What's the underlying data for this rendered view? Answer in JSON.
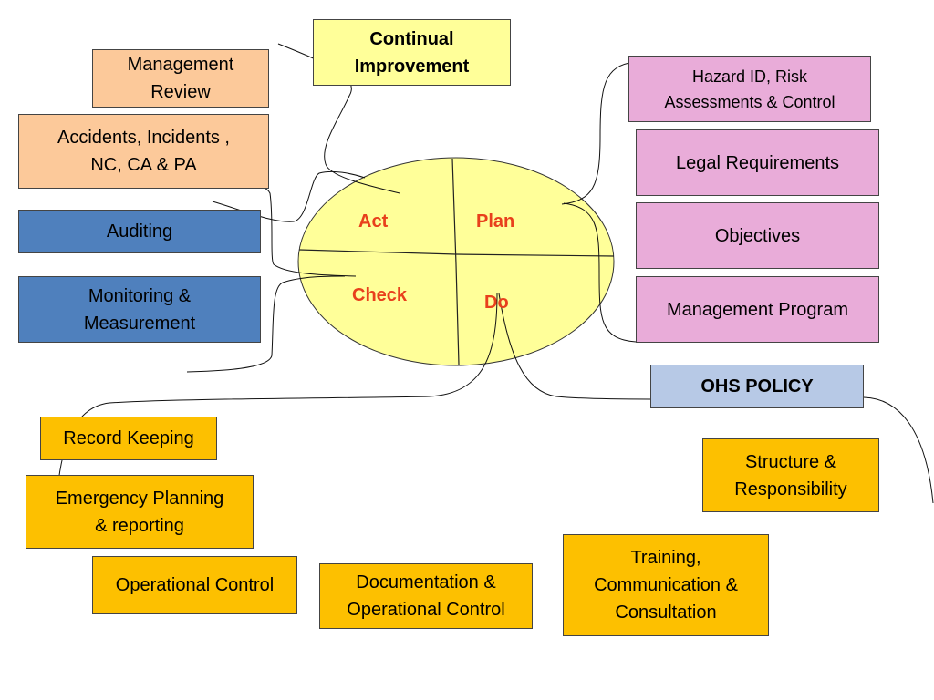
{
  "colors": {
    "yellow": "#ffff99",
    "peach": "#fcc99a",
    "blue": "#4f80bd",
    "pink": "#e9acd9",
    "orange": "#fdc000",
    "policy": "#b7c9e6",
    "quadrant_text": "#e8401c"
  },
  "top": {
    "continual_improvement": "Continual\nImprovement"
  },
  "left": {
    "management_review": "Management\nReview",
    "accidents": "Accidents, Incidents ,\nNC, CA & PA",
    "auditing": "Auditing",
    "monitoring": "Monitoring &\nMeasurement"
  },
  "right": {
    "hazard": "Hazard ID, Risk\nAssessments & Control",
    "legal": "Legal Requirements",
    "objectives": "Objectives",
    "management_program": "Management Program",
    "ohs_policy": "OHS POLICY",
    "structure": "Structure &\nResponsibility"
  },
  "cycle": {
    "act": "Act",
    "plan": "Plan",
    "check": "Check",
    "do": "Do"
  },
  "bottom": {
    "record_keeping": "Record Keeping",
    "emergency": "Emergency Planning\n& reporting",
    "operational_control": "Operational Control",
    "documentation": "Documentation &\nOperational Control",
    "training": "Training,\nCommunication &\nConsultation"
  }
}
